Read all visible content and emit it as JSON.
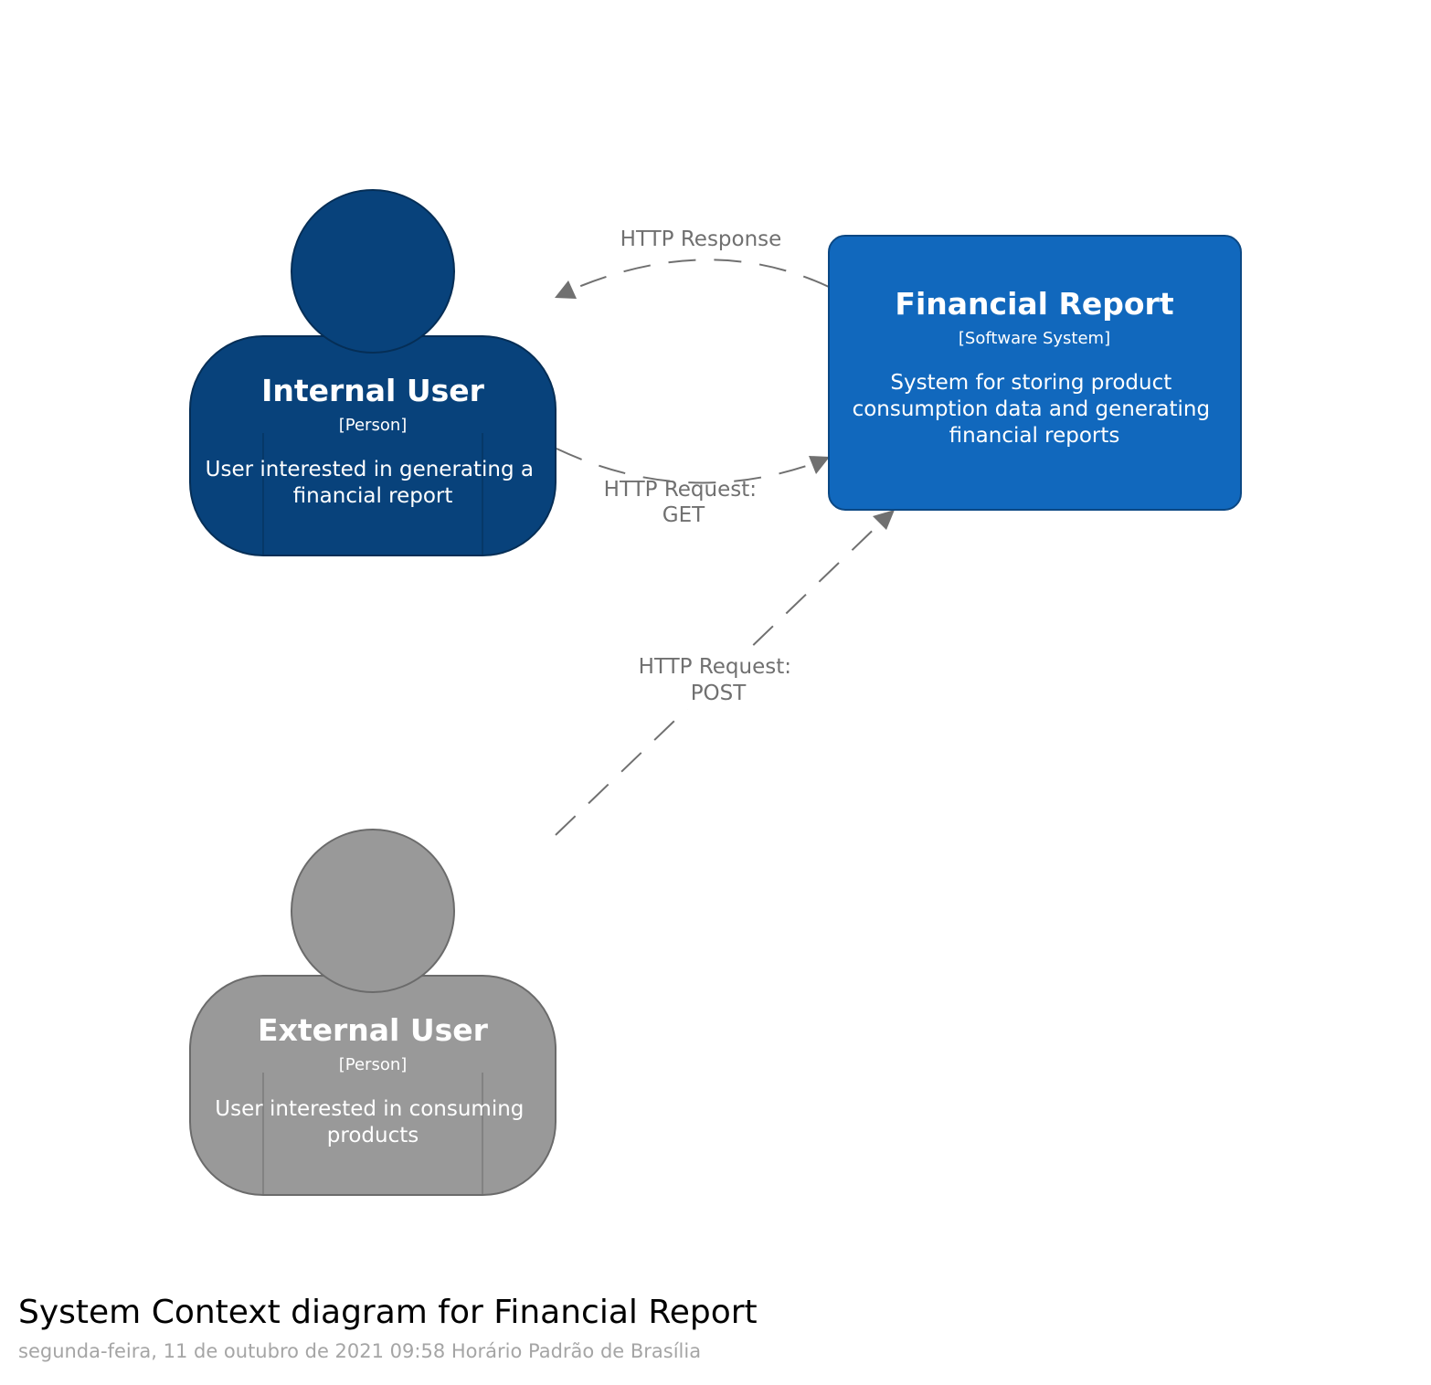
{
  "diagram": {
    "title": "System Context diagram for Financial Report",
    "timestamp": "segunda-feira, 11 de outubro de 2021 09:58 Horário Padrão de Brasília"
  },
  "nodes": {
    "internal_user": {
      "name": "Internal User",
      "type": "[Person]",
      "description_lines": [
        "User interested in generating a",
        "financial report"
      ],
      "color": "#08427b"
    },
    "external_user": {
      "name": "External User",
      "type": "[Person]",
      "description_lines": [
        "User interested in consuming",
        "products"
      ],
      "color": "#999999"
    },
    "financial_report": {
      "name": "Financial Report",
      "type": "[Software System]",
      "description_lines": [
        "System for storing product",
        "consumption data and generating",
        "financial reports"
      ],
      "color": "#1168bd"
    }
  },
  "relationships": {
    "http_response": {
      "label_lines": [
        "HTTP Response"
      ]
    },
    "http_get": {
      "label_lines": [
        "HTTP Request:",
        "GET"
      ]
    },
    "http_post": {
      "label_lines": [
        "HTTP Request:",
        "POST"
      ]
    }
  }
}
